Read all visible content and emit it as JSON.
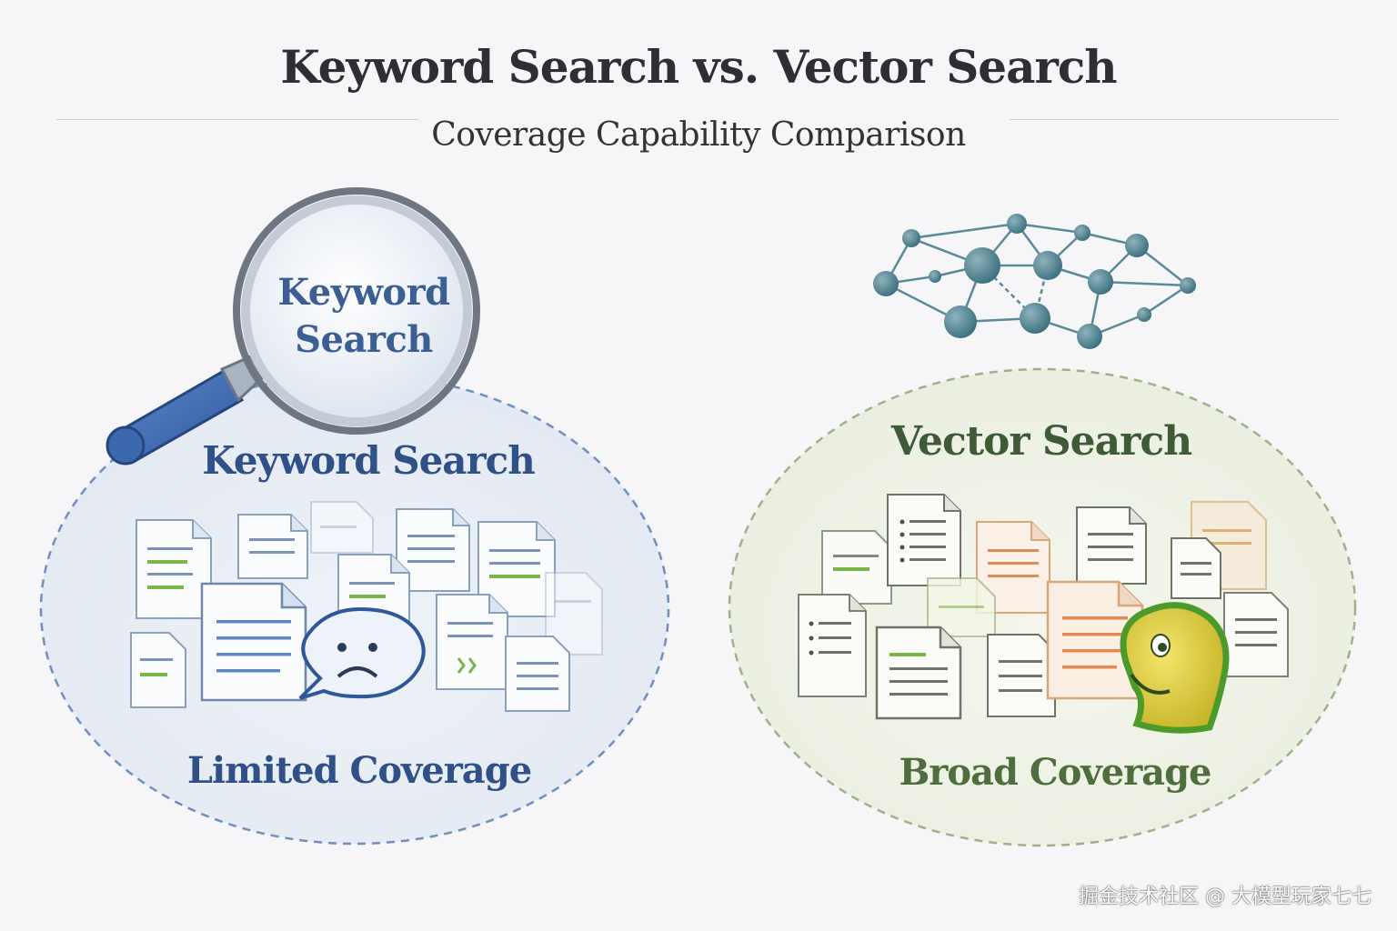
{
  "header": {
    "title": "Keyword Search vs. Vector Search",
    "subtitle": "Coverage Capability Comparison"
  },
  "keyword_panel": {
    "lens_label": "Keyword Search",
    "title": "Keyword Search",
    "coverage_label": "Limited Coverage",
    "emotion": "sad-face-icon",
    "accent_color": "#3b64a8",
    "border_color": "#6f8fbf"
  },
  "vector_panel": {
    "title": "Vector Search",
    "coverage_label": "Broad Coverage",
    "emotion": "happy-face-icon",
    "accent_color": "#4f6e3d",
    "border_color": "#9fb08a",
    "network_icon": "vector-network-icon"
  },
  "watermark": "掘金技术社区 @ 大模型玩家七七"
}
